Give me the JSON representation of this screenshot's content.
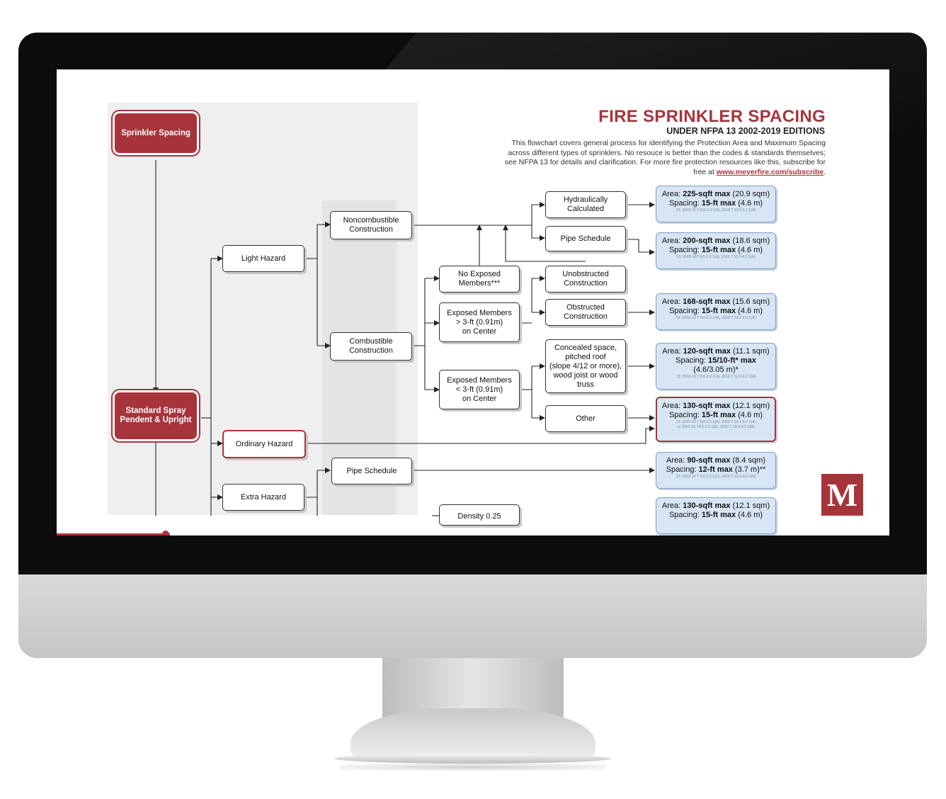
{
  "header": {
    "title": "FIRE SPRINKLER SPACING",
    "subtitle": "UNDER NFPA 13 2002-2019 EDITIONS",
    "description": "This flowchart covers general process for identifying the Protection Area and Maximum Spacing across different types of sprinklers. No resouce is better than the codes & standards themselves; see NFPA 13 for details and clarification. For more fire protection resources like this, subscribe for free at",
    "link": "www.meyerfire.com/subscribe",
    "link_suffix": "."
  },
  "nodes": {
    "sprinkler_spacing": "Sprinkler Spacing",
    "standard_spray_1": "Standard Spray",
    "standard_spray_2": "Pendent & Upright",
    "light_hazard": "Light Hazard",
    "ordinary_hazard": "Ordinary Hazard",
    "extra_hazard": "Extra Hazard",
    "noncombustible_1": "Noncombustible",
    "noncombustible_2": "Construction",
    "combustible_1": "Combustible",
    "combustible_2": "Construction",
    "pipe_schedule_extra": "Pipe Schedule",
    "no_exposed_1": "No Exposed",
    "no_exposed_2": "Members***",
    "exp_ge_1": "Exposed Members",
    "exp_ge_2": "> 3-ft (0.91m)",
    "exp_ge_3": "on Center",
    "exp_lt_1": "Exposed Members",
    "exp_lt_2": "< 3-ft (0.91m)",
    "exp_lt_3": "on Center",
    "hydraulically_1": "Hydraulically",
    "hydraulically_2": "Calculated",
    "pipe_schedule": "Pipe Schedule",
    "unobstructed_1": "Unobstructed",
    "unobstructed_2": "Construction",
    "obstructed_1": "Obstructed",
    "obstructed_2": "Construction",
    "concealed_1": "Concealed space,",
    "concealed_2": "pitched roof",
    "concealed_3": "(slope 4/12 or more),",
    "concealed_4": "wood joist or wood",
    "concealed_5": "truss",
    "other": "Other",
    "partial_density": "Density 0.25"
  },
  "results": [
    {
      "area_label": "Area: ",
      "area_value": "225-sqft max",
      "area_metric": " (20.9 sqm)",
      "spacing_label": "Spacing: ",
      "spacing_value": "15-ft max",
      "spacing_metric": " (4.6 m)",
      "ref": "13: 2002-16 T 8.6.2.2.1(A), 2019 T 10.2.4.2.1(A)"
    },
    {
      "area_label": "Area: ",
      "area_value": "200-sqft max",
      "area_metric": " (18.6 sqm)",
      "spacing_label": "Spacing: ",
      "spacing_value": "15-ft max",
      "spacing_metric": " (4.6 m)",
      "ref": "13: 2002-16T 8.6.2.2.1(A), 2019 T 10.2.4.2.1(A)"
    },
    {
      "area_label": "Area: ",
      "area_value": "168-sqft max",
      "area_metric": " (15.6 sqm)",
      "spacing_label": "Spacing: ",
      "spacing_value": "15-ft max",
      "spacing_metric": " (4.6 m)",
      "ref": "13: 2002-16 T 8.6.2.2.1(A), 2019 T 10.2.4.2.1(A)"
    },
    {
      "area_label": "Area: ",
      "area_value": "120-sqft max",
      "area_metric": " (11.1 sqm)",
      "spacing_label": "Spacing: ",
      "spacing_value": "15/10-ft* max",
      "spacing_metric": "",
      "extra": "(4.6/3.05 m)*",
      "ref": "13: 2002-16 T 8.6.2.2.1(A), 2019 T 10.2.4.2.1(A)"
    },
    {
      "area_label": "Area: ",
      "area_value": "130-sqft max",
      "area_metric": " (12.1 sqm)",
      "spacing_label": "Spacing: ",
      "spacing_value": "15-ft max",
      "spacing_metric": " (4.6 m)",
      "ref": "13: 2007-16 T 8.6.2.2.1(A), 2019 T 10.2.4.2.1(A)",
      "ref2": "or 2007-16 T8.6.2.2.1(B), 2019 T 10.2.4.2.1(B)"
    },
    {
      "area_label": "Area: ",
      "area_value": "90-sqft max",
      "area_metric": " (8.4 sqm)",
      "spacing_label": "Spacing: ",
      "spacing_value": "12-ft max",
      "spacing_metric": " (3.7 m)**",
      "ref": "13: 2002-16 T 8.6.2.2.1(C), 2019 T 10.2.4.2.1(B)"
    },
    {
      "area_label": "Area: ",
      "area_value": "130-sqft max",
      "area_metric": " (12.1 sqm)",
      "spacing_label": "Spacing: ",
      "spacing_value": "15-ft max",
      "spacing_metric": " (4.6 m)"
    }
  ],
  "logo": {
    "letter": "M"
  },
  "colors": {
    "brand_red": "#a8343b",
    "result_fill": "#d7e5f4",
    "result_border": "#7da0c4"
  }
}
